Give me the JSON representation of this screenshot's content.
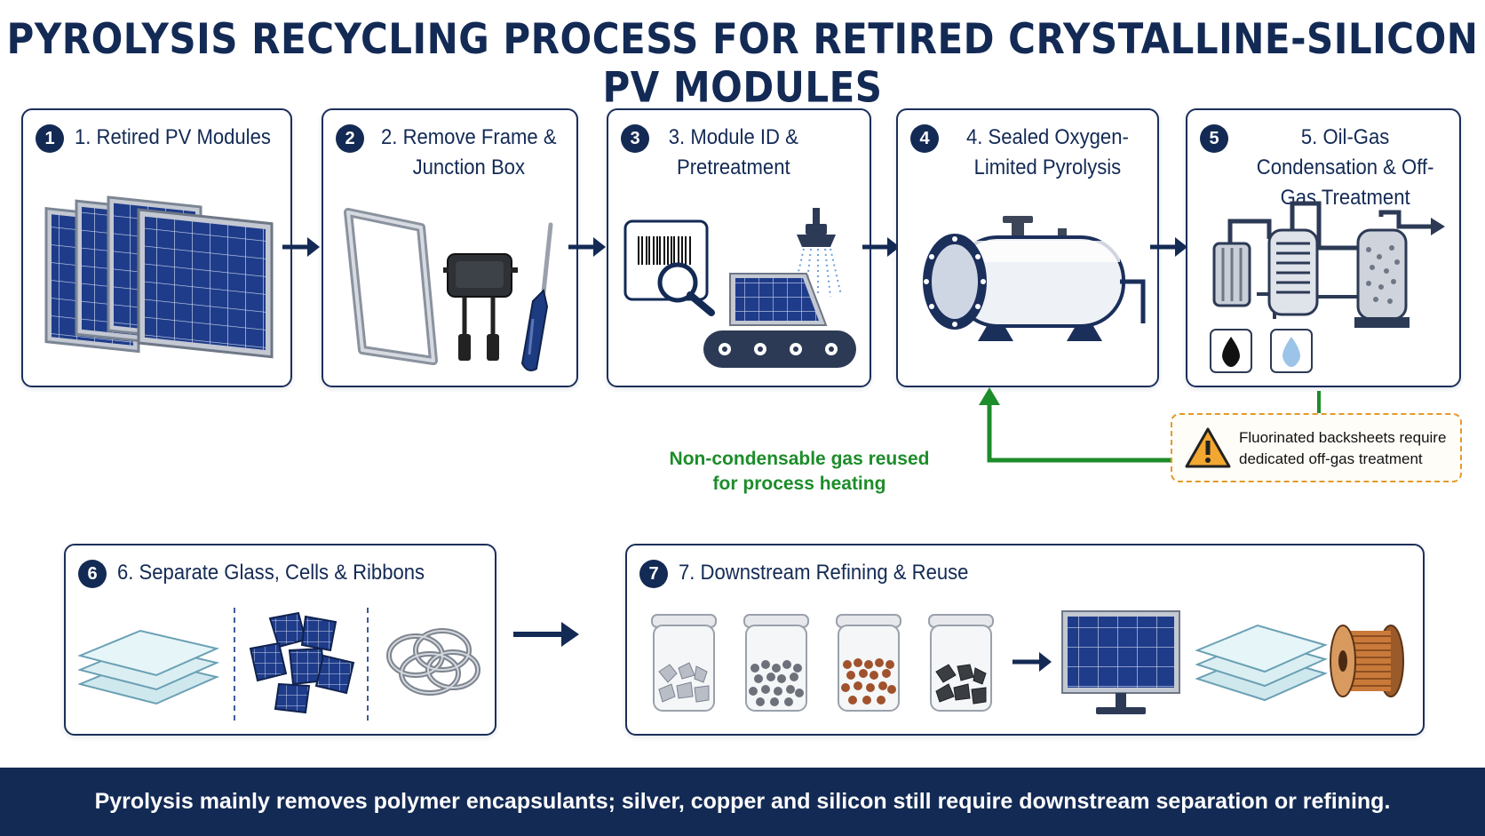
{
  "title": "PYROLYSIS RECYCLING PROCESS FOR RETIRED CRYSTALLINE-SILICON PV MODULES",
  "steps": [
    {
      "num": "1",
      "label": "1. Retired PV Modules"
    },
    {
      "num": "2",
      "label": "2. Remove Frame & Junction Box"
    },
    {
      "num": "3",
      "label": "3. Module ID & Pretreatment"
    },
    {
      "num": "4",
      "label": "4. Sealed Oxygen-Limited Pyrolysis"
    },
    {
      "num": "5",
      "label": "5. Oil-Gas Condensation & Off-Gas Treatment"
    },
    {
      "num": "6",
      "label": "6. Separate Glass, Cells & Ribbons"
    },
    {
      "num": "7",
      "label": "7. Downstream Refining & Reuse"
    }
  ],
  "feedback_note": "Non-condensable gas reused for process heating",
  "warning_note": "Fluorinated backsheets require dedicated off-gas treatment",
  "footer_note": "Pyrolysis mainly removes polymer encapsulants; silver, copper and silicon still require downstream separation or refining.",
  "colors": {
    "navy": "#132a55",
    "panel_blue": "#1f3c8a",
    "feedback_green": "#1d8c2a",
    "warning_orange": "#e49a2a"
  },
  "icons": [
    "solar-panel-icon",
    "frame-icon",
    "junction-box-icon",
    "screwdriver-icon",
    "barcode-scanner-icon",
    "conveyor-icon",
    "spray-nozzle-icon",
    "pyrolysis-reactor-icon",
    "condenser-icon",
    "oil-drop-icon",
    "water-drop-icon",
    "warning-icon",
    "glass-sheet-icon",
    "solar-cell-icon",
    "ribbon-coil-icon",
    "material-jar-icon",
    "copper-spool-icon"
  ]
}
